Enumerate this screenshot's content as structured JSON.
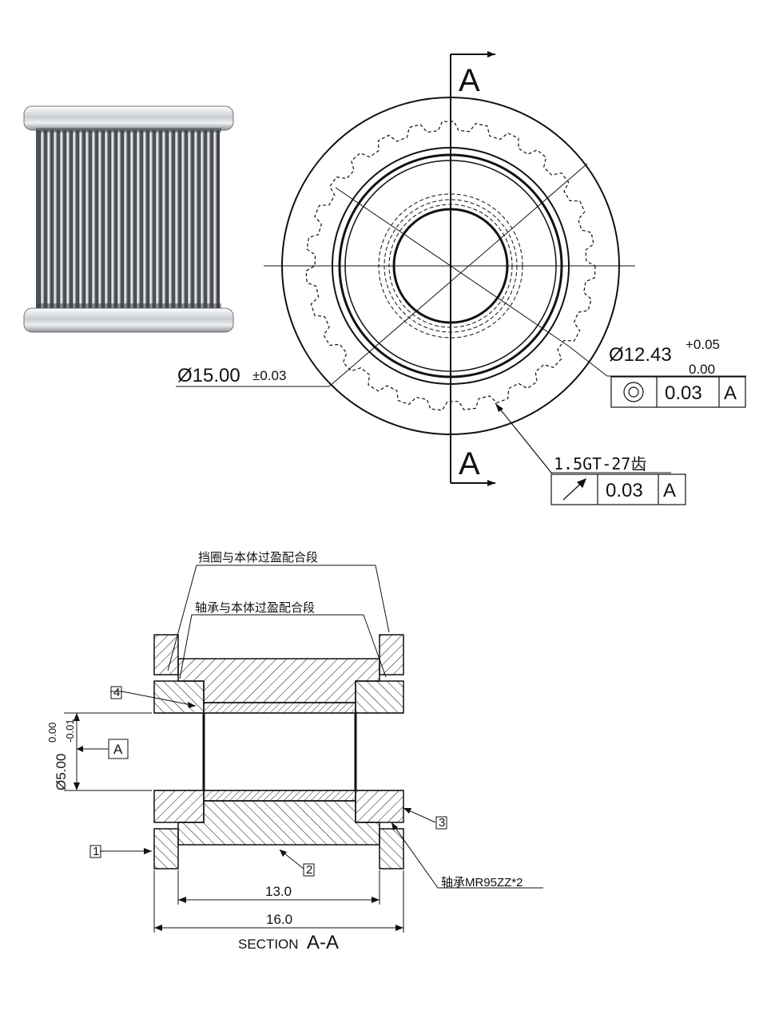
{
  "section_marker": "A",
  "front_view": {
    "outer_diameter": "Ø15.00",
    "outer_tolerance": "±0.03",
    "bore_diameter": "Ø12.43",
    "bore_tol_upper": "+0.05",
    "bore_tol_lower": "0.00",
    "concentricity_tolerance": "0.03",
    "concentricity_datum": "A",
    "tooth_spec": "1.5GT-27齿",
    "runout_tolerance": "0.03",
    "runout_datum": "A"
  },
  "section_view": {
    "title_prefix": "SECTION",
    "title_marker": "A-A",
    "note_flange_fit": "挡圈与本体过盈配合段",
    "note_bearing_fit": "轴承与本体过盈配合段",
    "bearing_note": "轴承MR95ZZ*2",
    "bore_diameter": "Ø5.00",
    "bore_tol_upper": "0.00",
    "bore_tol_lower": "-0.01",
    "datum_label": "A",
    "balloons": [
      "1",
      "2",
      "3",
      "4"
    ],
    "inner_length": "13.0",
    "overall_length": "16.0"
  },
  "colors": {
    "line": "#111111",
    "metal_light": "#e6e8ea",
    "metal_dark": "#3a3d41"
  }
}
